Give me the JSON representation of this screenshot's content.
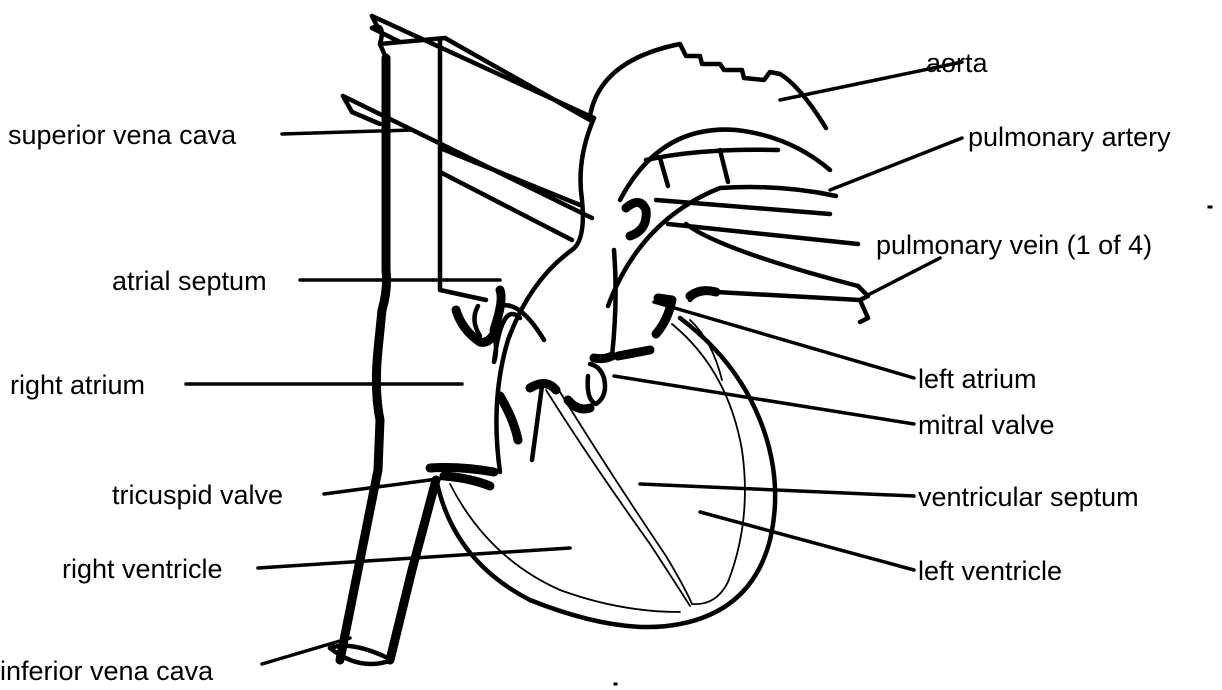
{
  "diagram": {
    "labels": {
      "aorta": "aorta",
      "superior_vena_cava": "superior vena cava",
      "pulmonary_artery": "pulmonary artery",
      "pulmonary_vein": "pulmonary vein (1 of 4)",
      "atrial_septum": "atrial septum",
      "left_atrium": "left atrium",
      "right_atrium": "right atrium",
      "mitral_valve": "mitral valve",
      "tricuspid_valve": "tricuspid valve",
      "ventricular_septum": "ventricular septum",
      "right_ventricle": "right ventricle",
      "left_ventricle": "left ventricle",
      "inferior_vena_cava": "inferior vena cava"
    }
  }
}
